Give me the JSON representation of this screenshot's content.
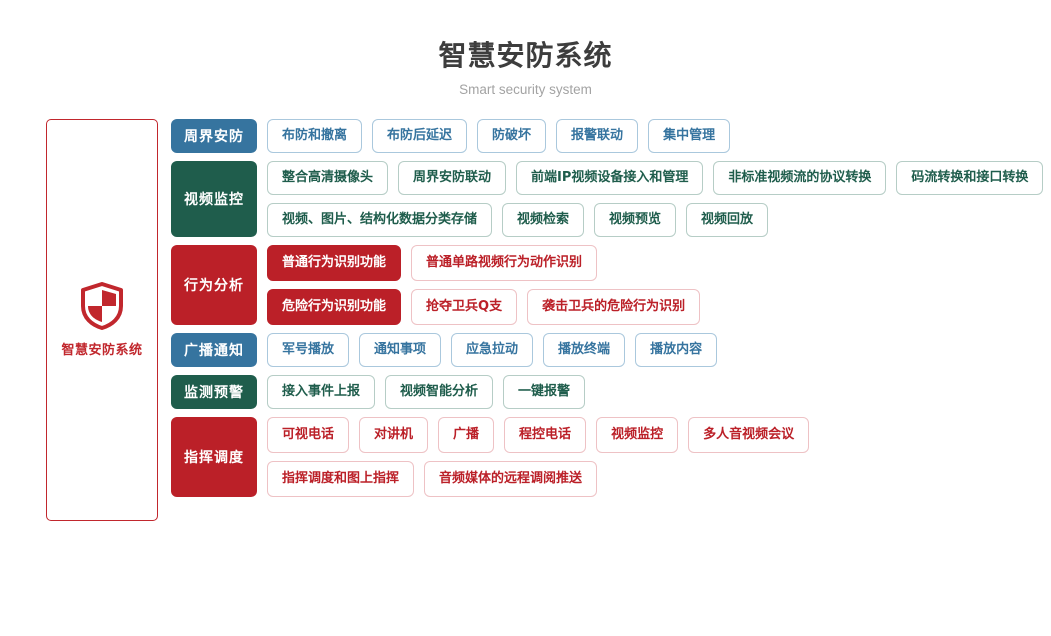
{
  "header": {
    "title": "智慧安防系统",
    "subtitle": "Smart security system"
  },
  "brand": {
    "icon": "shield-icon",
    "label": "智慧安防系统",
    "color": "#c1272d"
  },
  "colors": {
    "blue": "#36749f",
    "green": "#1f5d4c",
    "red": "#bb2028",
    "title": "#3d3d3d",
    "subtitle": "#a3a3a3"
  },
  "rows": [
    {
      "category": "周界安防",
      "theme": "blue",
      "lines": [
        {
          "items": [
            {
              "label": "布防和撤离",
              "style": "outline"
            },
            {
              "label": "布防后延迟",
              "style": "outline"
            },
            {
              "label": "防破坏",
              "style": "outline"
            },
            {
              "label": "报警联动",
              "style": "outline"
            },
            {
              "label": "集中管理",
              "style": "outline"
            }
          ]
        }
      ]
    },
    {
      "category": "视频监控",
      "theme": "green",
      "lines": [
        {
          "items": [
            {
              "label": "整合高清摄像头",
              "style": "outline"
            },
            {
              "label": "周界安防联动",
              "style": "outline"
            },
            {
              "label": "前端IP视频设备接入和管理",
              "style": "outline"
            },
            {
              "label": "非标准视频流的协议转换",
              "style": "outline"
            },
            {
              "label": "码流转换和接口转换",
              "style": "outline"
            }
          ]
        },
        {
          "items": [
            {
              "label": "视频、图片、结构化数据分类存储",
              "style": "outline"
            },
            {
              "label": "视频检索",
              "style": "outline"
            },
            {
              "label": "视频预览",
              "style": "outline"
            },
            {
              "label": "视频回放",
              "style": "outline"
            }
          ]
        }
      ]
    },
    {
      "category": "行为分析",
      "theme": "red",
      "lines": [
        {
          "items": [
            {
              "label": "普通行为识别功能",
              "style": "solid"
            },
            {
              "label": "普通单路视频行为动作识别",
              "style": "outline"
            }
          ]
        },
        {
          "items": [
            {
              "label": "危险行为识别功能",
              "style": "solid"
            },
            {
              "label": "抢夺卫兵Q支",
              "style": "outline"
            },
            {
              "label": "袭击卫兵的危险行为识别",
              "style": "outline"
            }
          ]
        }
      ]
    },
    {
      "category": "广播通知",
      "theme": "blue",
      "lines": [
        {
          "items": [
            {
              "label": "军号播放",
              "style": "outline"
            },
            {
              "label": "通知事项",
              "style": "outline"
            },
            {
              "label": "应急拉动",
              "style": "outline"
            },
            {
              "label": "播放终端",
              "style": "outline"
            },
            {
              "label": "播放内容",
              "style": "outline"
            }
          ]
        }
      ]
    },
    {
      "category": "监测预警",
      "theme": "green",
      "lines": [
        {
          "items": [
            {
              "label": "接入事件上报",
              "style": "outline"
            },
            {
              "label": "视频智能分析",
              "style": "outline"
            },
            {
              "label": "一键报警",
              "style": "outline"
            }
          ]
        }
      ]
    },
    {
      "category": "指挥调度",
      "theme": "red",
      "lines": [
        {
          "items": [
            {
              "label": "可视电话",
              "style": "outline"
            },
            {
              "label": "对讲机",
              "style": "outline"
            },
            {
              "label": "广播",
              "style": "outline"
            },
            {
              "label": "程控电话",
              "style": "outline"
            },
            {
              "label": "视频监控",
              "style": "outline"
            },
            {
              "label": "多人音视频会议",
              "style": "outline"
            }
          ]
        },
        {
          "items": [
            {
              "label": "指挥调度和图上指挥",
              "style": "outline"
            },
            {
              "label": "音频媒体的远程调阅推送",
              "style": "outline"
            }
          ]
        }
      ]
    }
  ]
}
